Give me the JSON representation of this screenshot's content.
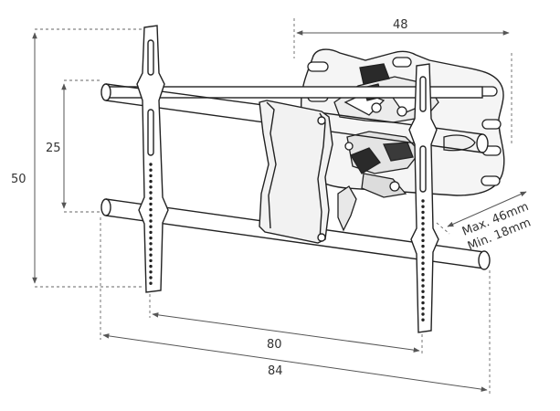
{
  "dimensions": {
    "height_outer": "50",
    "height_inner": "25",
    "width_plate": "48",
    "width_arms": "80",
    "width_overall": "84",
    "depth_max": "Max. 46mm",
    "depth_min": "Min. 18mm"
  },
  "colors": {
    "line": "#222222",
    "dim": "#555555",
    "rod_fill": "#ffffff",
    "plate_fill": "#f4f4f4"
  }
}
